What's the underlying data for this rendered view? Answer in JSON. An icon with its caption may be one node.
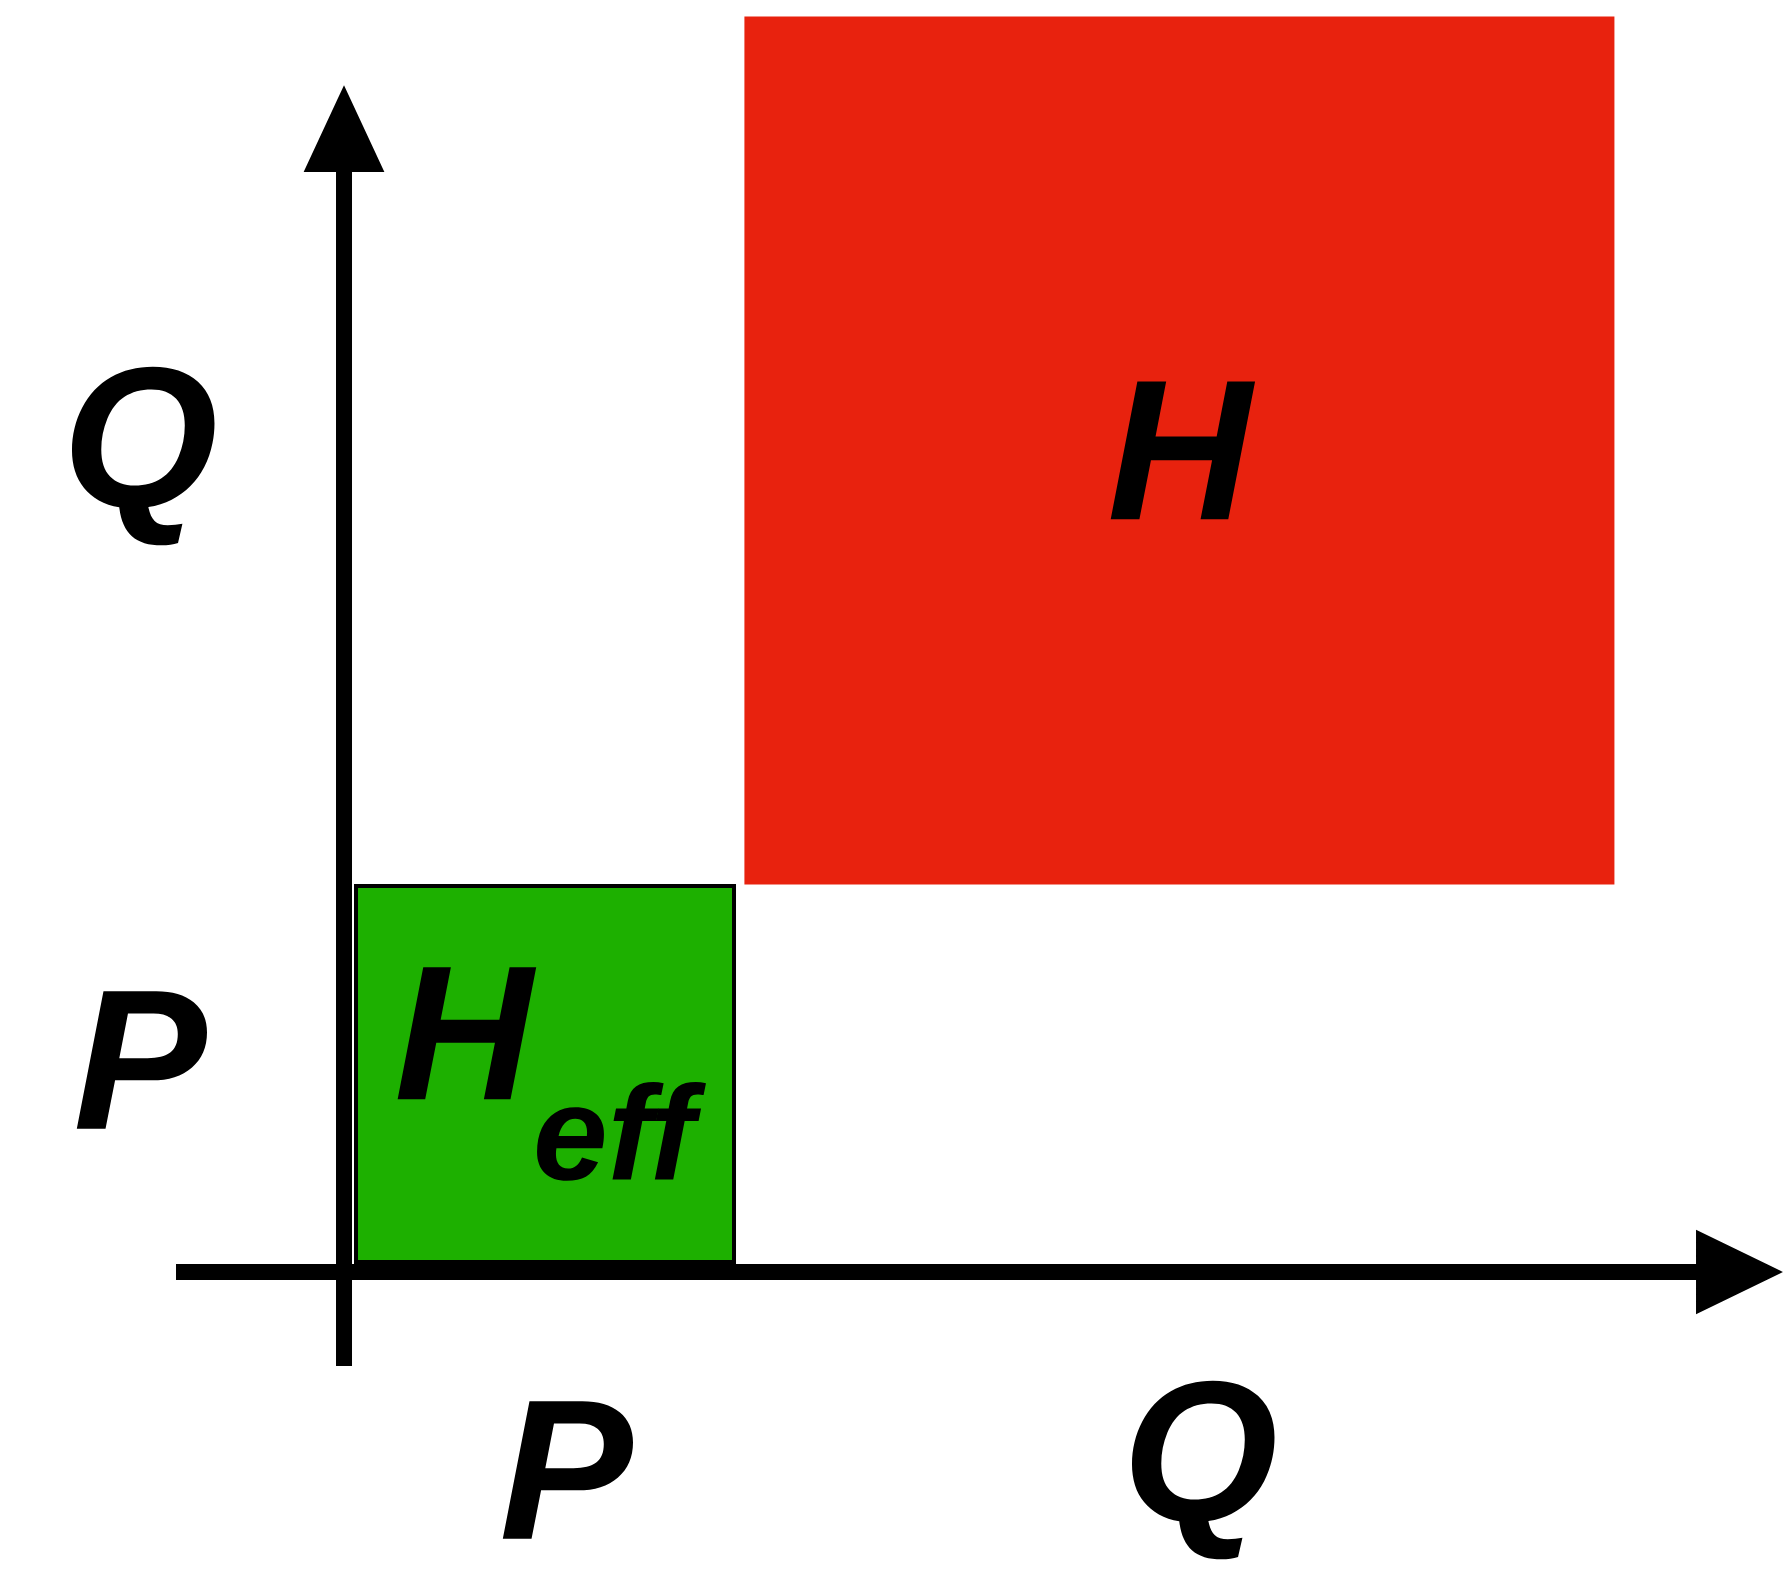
{
  "diagram": {
    "nodes": [
      {
        "text": [
          "H"
        ]
      },
      {
        "text": [
          "H$_{eff}$"
        ]
      }
    ],
    "labels": [
      "Q",
      "P",
      "P",
      "Q"
    ]
  }
}
